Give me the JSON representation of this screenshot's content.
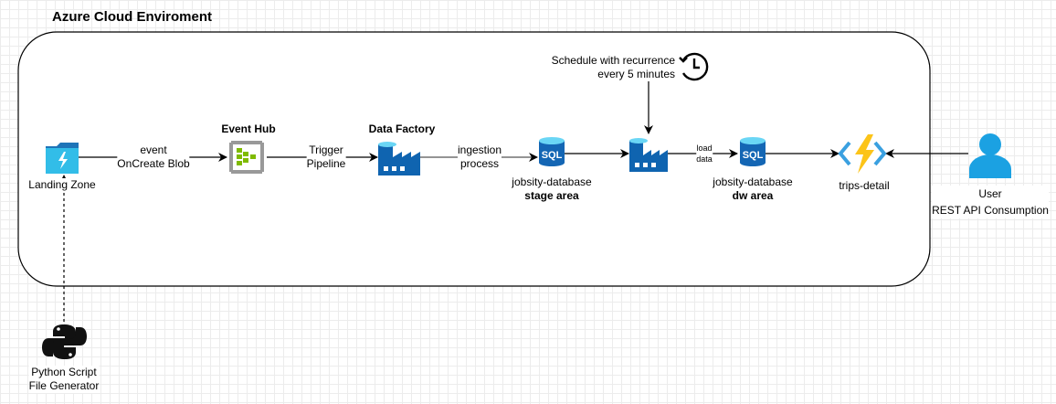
{
  "container": {
    "title": "Azure Cloud Enviroment"
  },
  "nodes": {
    "landing_zone": {
      "label": "Landing Zone"
    },
    "event_hub": {
      "title": "Event Hub"
    },
    "data_factory": {
      "title": "Data Factory"
    },
    "stage_db": {
      "line1": "jobsity-database",
      "line2": "stage area",
      "badge": "SQL"
    },
    "dw_db": {
      "line1": "jobsity-database",
      "line2": "dw area",
      "badge": "SQL"
    },
    "function": {
      "label": "trips-detail"
    },
    "user": {
      "line1": "User",
      "line2": "REST API Consumption"
    },
    "python": {
      "line1": "Python Script",
      "line2": "File Generator"
    },
    "schedule": {
      "line1": "Schedule with recurrence",
      "line2": "every 5 minutes"
    }
  },
  "edges": {
    "event": {
      "line1": "event",
      "line2": "OnCreate Blob"
    },
    "trigger": {
      "line1": "Trigger",
      "line2": "Pipeline"
    },
    "ingestion": {
      "line1": "ingestion",
      "line2": "process"
    },
    "load": {
      "line1": "load",
      "line2": "data"
    }
  }
}
